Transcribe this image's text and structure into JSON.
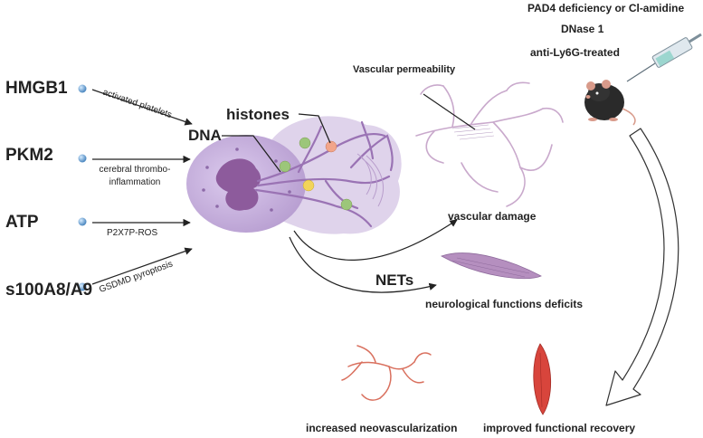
{
  "mediators": [
    {
      "name": "HMGB1",
      "pathway": "activated platelets"
    },
    {
      "name": "PKM2",
      "pathway": "cerebral thrombo-inflammation"
    },
    {
      "name": "ATP",
      "pathway": "P2X7P-ROS"
    },
    {
      "name": "s100A8/A9",
      "pathway": "GSDMD pyroptosis"
    }
  ],
  "net_parts": {
    "histones": "histones",
    "dna": "DNA"
  },
  "effects": {
    "vascular_permeability": "Vascular permeability",
    "vascular_damage": "vascular damage",
    "nets": "NETs",
    "neuro_deficits": "neurological functions  deficits"
  },
  "treatments": [
    "PAD4 deficiency or Cl-amidine",
    "DNase 1",
    "anti-Ly6G-treated"
  ],
  "outcomes": {
    "neovascularization": "increased neovascularization",
    "recovery": "improved functional recovery"
  },
  "colors": {
    "cell": "#c9b6dd",
    "nucleus": "#8d5b9c",
    "fiber": "#9a73b4",
    "vessel": "#c9a9cc",
    "muscle": "#b58fbf",
    "red_vessel": "#d9705e",
    "red_muscle": "#d8453c",
    "mediator_dot": "#5b97c9"
  }
}
